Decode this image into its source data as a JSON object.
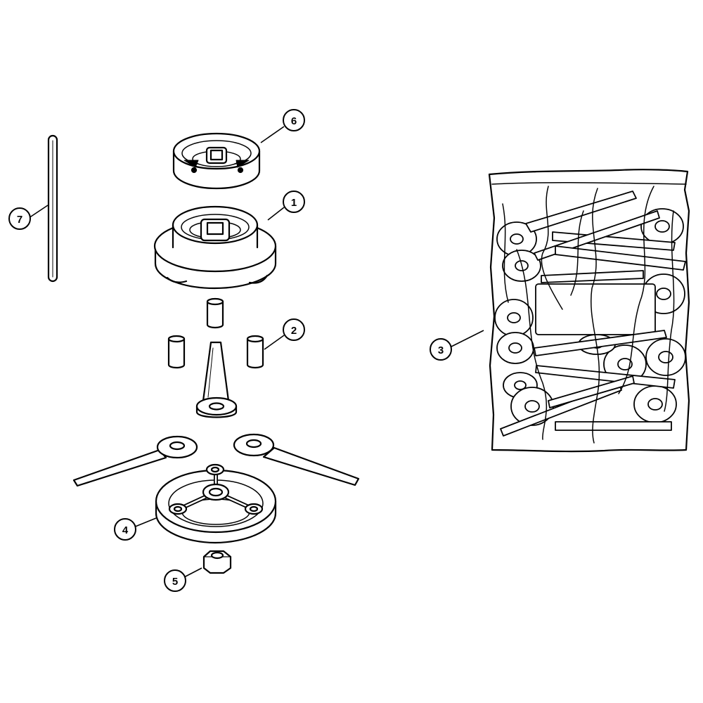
{
  "colors": {
    "ink": "#000000",
    "paper": "#ffffff",
    "fill": "#ffffff"
  },
  "callouts": [
    {
      "id": "6",
      "label": "6",
      "part": "upper-thrust-plate"
    },
    {
      "id": "1",
      "label": "1",
      "part": "mowing-head-housing"
    },
    {
      "id": "2",
      "label": "2",
      "part": "pins"
    },
    {
      "id": "3",
      "label": "3",
      "part": "blade-set-bag"
    },
    {
      "id": "4",
      "label": "4",
      "part": "lower-blade-carrier"
    },
    {
      "id": "5",
      "label": "5",
      "part": "nut"
    },
    {
      "id": "7",
      "label": "7",
      "part": "locking-rod"
    }
  ]
}
